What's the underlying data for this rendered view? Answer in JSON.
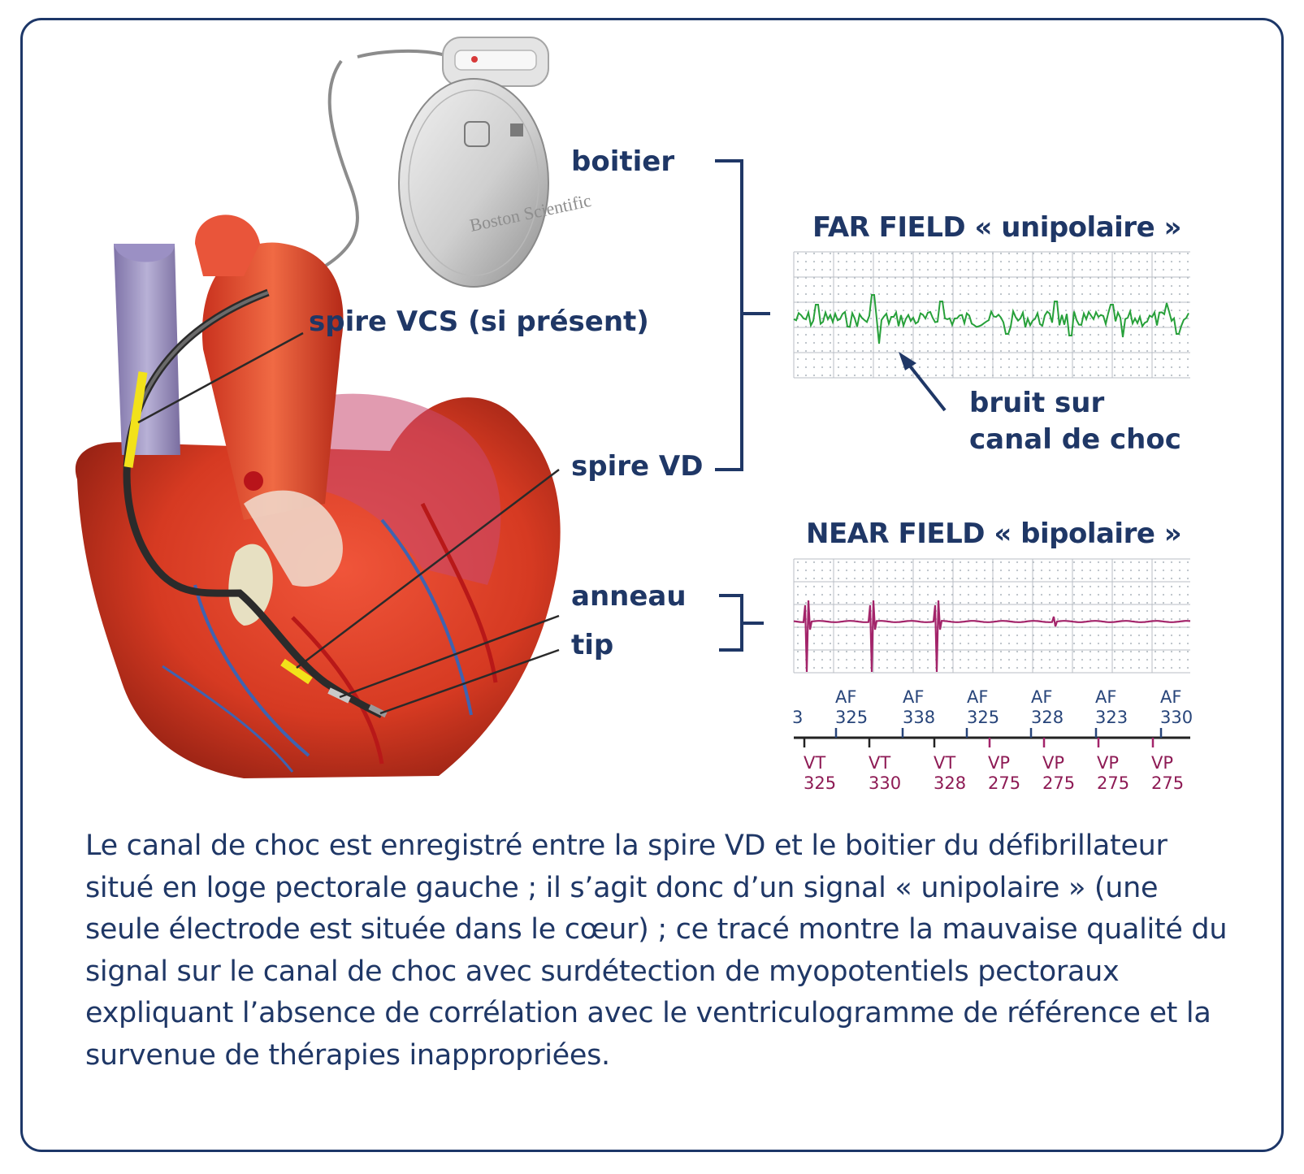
{
  "labels": {
    "boitier": "boitier",
    "spire_vcs": "spire VCS (si présent)",
    "spire_vd": "spire VD",
    "anneau": "anneau",
    "tip": "tip"
  },
  "device_brand": "Boston Scientific",
  "far_field": {
    "title": "FAR FIELD « unipolaire »",
    "annotation_line1": "bruit sur",
    "annotation_line2": "canal de choc",
    "trace_color": "#27a03a"
  },
  "near_field": {
    "title": "NEAR FIELD « bipolaire »",
    "trace_color": "#a3246a"
  },
  "markers": {
    "top": [
      {
        "l1": "",
        "l2": "3"
      },
      {
        "l1": "AF",
        "l2": "325"
      },
      {
        "l1": "AF",
        "l2": "338"
      },
      {
        "l1": "AF",
        "l2": "325"
      },
      {
        "l1": "AF",
        "l2": "328"
      },
      {
        "l1": "AF",
        "l2": "323"
      },
      {
        "l1": "AF",
        "l2": "330"
      }
    ],
    "bottom": [
      {
        "l1": "VT",
        "l2": "325"
      },
      {
        "l1": "VT",
        "l2": "330"
      },
      {
        "l1": "VT",
        "l2": "328"
      },
      {
        "l1": "VP",
        "l2": "275"
      },
      {
        "l1": "VP",
        "l2": "275"
      },
      {
        "l1": "VP",
        "l2": "275"
      },
      {
        "l1": "VP",
        "l2": "275"
      }
    ]
  },
  "caption": "Le canal de choc est enregistré entre la spire VD et le boitier du défibrillateur situé en loge pectorale gauche ; il s’agit donc d’un signal « unipolaire » (une seule électrode est située dans le cœur) ; ce tracé montre la mauvaise qualité du signal sur le canal de choc avec surdétection de myopotentiels pectoraux expliquant l’absence de corrélation avec le ventriculogramme de référence et la survenue de thérapies inappropriées.",
  "colors": {
    "navy": "#1f3766",
    "heart": "#d83a24",
    "lead_yellow": "#f2e21a"
  }
}
